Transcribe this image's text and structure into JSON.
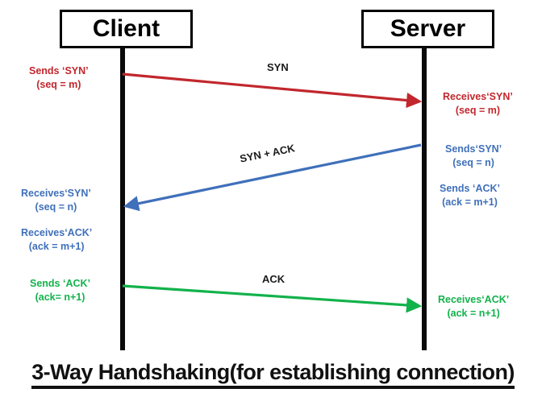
{
  "diagram": {
    "title": "3-Way Handshaking(for establishing connection)",
    "nodes": {
      "client": "Client",
      "server": "Server"
    },
    "colors": {
      "syn": "#C1272D",
      "syn_ack": "#3F70BA",
      "ack": "#12B24B",
      "lifeline": "#0A0A0A",
      "label": "#1A1A1A",
      "background": "#FFFFFF"
    },
    "messages": [
      {
        "id": "syn",
        "label": "SYN",
        "direction": "client-to-server",
        "color": "#C1272D"
      },
      {
        "id": "syn-ack",
        "label": "SYN + ACK",
        "direction": "server-to-client",
        "color": "#3F70BA"
      },
      {
        "id": "ack",
        "label": "ACK",
        "direction": "client-to-server",
        "color": "#12B24B"
      }
    ],
    "annotations": {
      "client_sends_syn": {
        "line1": "Sends ‘SYN’",
        "line2": "(seq = m)"
      },
      "server_receives_syn": {
        "line1": "Receives‘SYN’",
        "line2": "(seq = m)"
      },
      "server_sends_syn": {
        "line1": "Sends‘SYN’",
        "line2": "(seq = n)"
      },
      "server_sends_ack": {
        "line1": "Sends ‘ACK’",
        "line2": "(ack = m+1)"
      },
      "client_receives_syn": {
        "line1": "Receives‘SYN’",
        "line2": "(seq = n)"
      },
      "client_receives_ack": {
        "line1": "Receives‘ACK’",
        "line2": "(ack = m+1)"
      },
      "client_sends_ack": {
        "line1": "Sends ‘ACK’",
        "line2": "(ack= n+1)"
      },
      "server_receives_ack": {
        "line1": "Receives‘ACK’",
        "line2": "(ack = n+1)"
      }
    }
  }
}
